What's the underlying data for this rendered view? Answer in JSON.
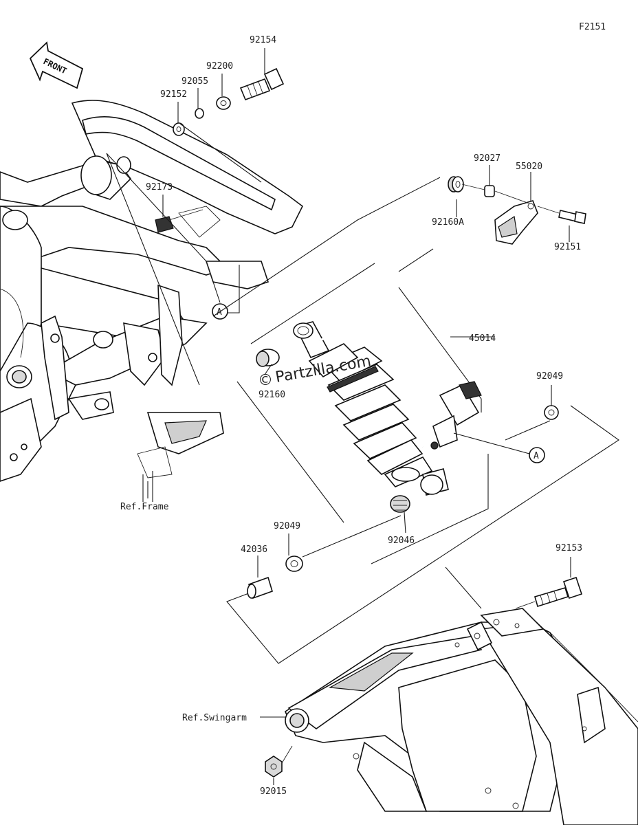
{
  "diagram_id": "F2151",
  "watermark": "Partzilla.com",
  "watermark_symbol": "©",
  "front_label": "FRONT",
  "callout_symbol": "A",
  "part_labels": {
    "p92154": "92154",
    "p92200": "92200",
    "p92055": "92055",
    "p92152": "92152",
    "p92173": "92173",
    "p92027": "92027",
    "p55020": "55020",
    "p92160A": "92160A",
    "p92151": "92151",
    "p45014": "45014",
    "p92160": "92160",
    "p92049_right": "92049",
    "p92049_left": "92049",
    "p92046": "92046",
    "p42036": "42036",
    "p92153": "92153",
    "p92015": "92015"
  },
  "ref_labels": {
    "frame": "Ref.Frame",
    "swingarm": "Ref.Swingarm"
  }
}
